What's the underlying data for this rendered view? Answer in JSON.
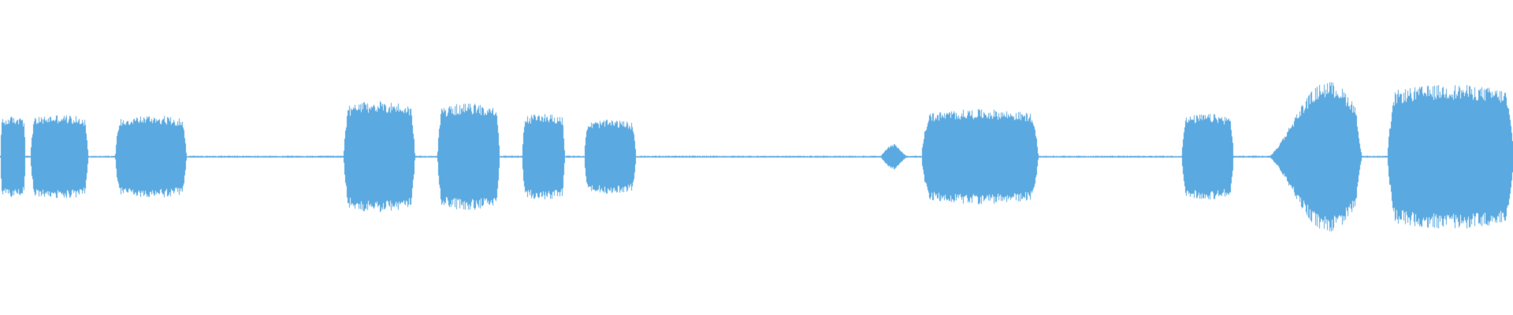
{
  "waveform": {
    "color": "#5aa9e0",
    "background": "#ffffff",
    "style": "mirrored-amplitude",
    "segments": [
      {
        "start": 0.0,
        "end": 0.0165,
        "amp": 0.54,
        "shape": "plateau"
      },
      {
        "start": 0.02,
        "end": 0.058,
        "amp": 0.56,
        "shape": "plateau"
      },
      {
        "start": 0.076,
        "end": 0.123,
        "amp": 0.55,
        "shape": "plateau"
      },
      {
        "start": 0.227,
        "end": 0.274,
        "amp": 0.74,
        "shape": "plateau"
      },
      {
        "start": 0.289,
        "end": 0.33,
        "amp": 0.71,
        "shape": "plateau"
      },
      {
        "start": 0.345,
        "end": 0.373,
        "amp": 0.58,
        "shape": "plateau"
      },
      {
        "start": 0.386,
        "end": 0.42,
        "amp": 0.49,
        "shape": "plateau"
      },
      {
        "start": 0.582,
        "end": 0.6,
        "amp": 0.17,
        "shape": "bump"
      },
      {
        "start": 0.609,
        "end": 0.686,
        "amp": 0.63,
        "shape": "plateau"
      },
      {
        "start": 0.781,
        "end": 0.815,
        "amp": 0.57,
        "shape": "plateau"
      },
      {
        "start": 0.838,
        "end": 0.9,
        "amp": 1.0,
        "shape": "peak"
      },
      {
        "start": 0.917,
        "end": 1.0,
        "amp": 0.96,
        "shape": "plateau"
      }
    ],
    "silence_amp": 0.012
  }
}
